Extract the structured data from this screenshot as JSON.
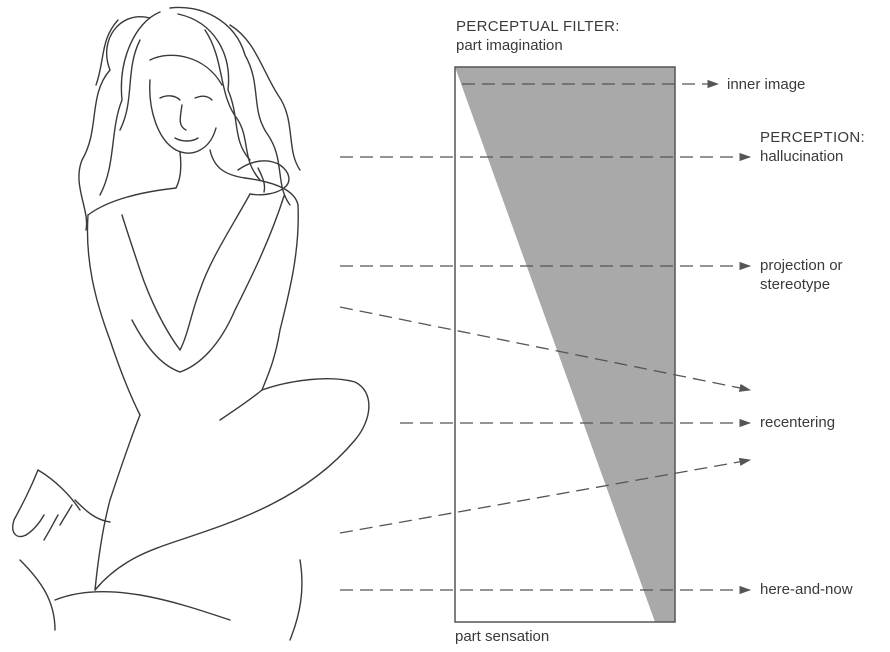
{
  "filter": {
    "title": "PERCEPTUAL FILTER:",
    "top_label": "part imagination",
    "bottom_label": "part sensation"
  },
  "outputs": {
    "inner_image": "inner image",
    "perception_heading": "PERCEPTION:",
    "hallucination": "hallucination",
    "projection_line1": "projection or",
    "projection_line2": "stereotype",
    "recentering": "recentering",
    "here_and_now": "here-and-now"
  },
  "colors": {
    "line": "#555555",
    "filter_fill": "#a9a9a9",
    "text": "#3a3a3a"
  }
}
